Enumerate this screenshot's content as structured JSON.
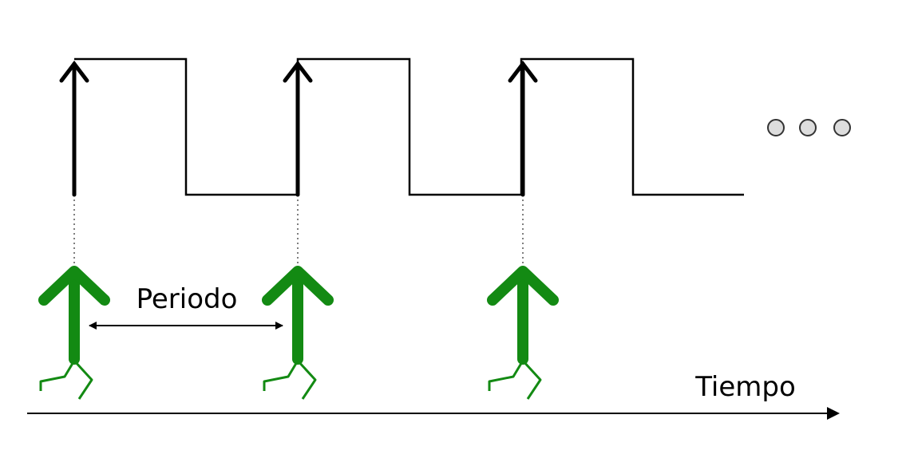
{
  "labels": {
    "period": "Periodo",
    "time_axis": "Tiempo"
  },
  "signal": {
    "cycles_shown": 3,
    "continues": true,
    "continuation_marker": "three-dots"
  },
  "colors": {
    "signal": "#000000",
    "walker": "#138a13",
    "dots_fill": "#dddddd",
    "dots_stroke": "#333333",
    "guide": "#555555"
  },
  "icons": [
    "rising-edge-arrow-icon",
    "walking-arrow-icon",
    "ellipsis-icon",
    "time-axis-arrow-icon"
  ]
}
